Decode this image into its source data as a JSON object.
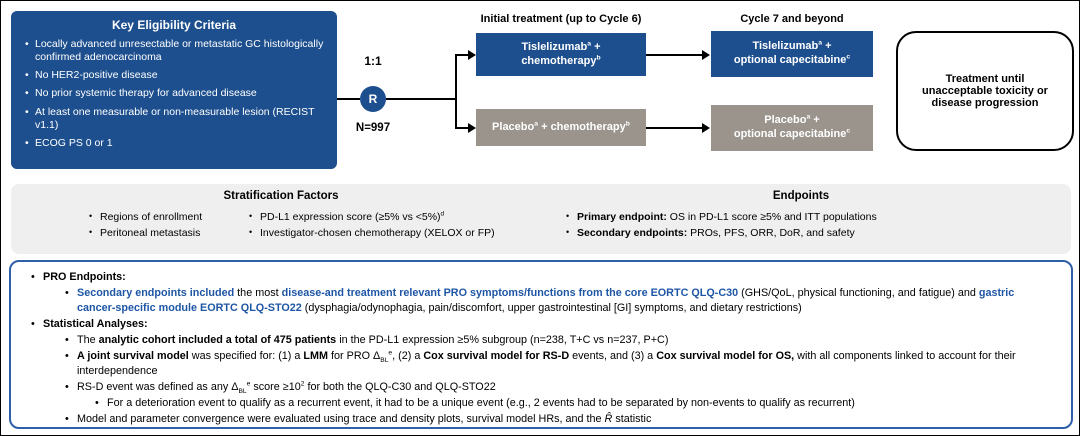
{
  "colors": {
    "brand-blue": "#1d4f8e",
    "arm-gray": "#9a948c",
    "accent-blue": "#1e56a5",
    "panel-gray": "#efefef",
    "outline-blue": "#2e5fa8"
  },
  "eligibility": {
    "title": "Key Eligibility Criteria",
    "items": [
      "Locally advanced unresectable or metastatic GC histologically confirmed adenocarcinoma",
      "No HER2-positive disease",
      "No prior systemic therapy for advanced disease",
      "At least one measurable or non-measurable lesion (RECIST v1.1)",
      "ECOG PS 0 or 1"
    ]
  },
  "randomization": {
    "ratio": "1:1",
    "symbol": "R",
    "n": "N=997"
  },
  "headers": {
    "initial": "Initial treatment (up to Cycle 6)",
    "beyond": "Cycle 7 and beyond"
  },
  "arms": {
    "tis_init": {
      "t1": "Tislelizumab",
      "sup1": "a",
      "t2": " +",
      "t3": "chemotherapy",
      "sup2": "b"
    },
    "pbo_init": {
      "t1": "Placebo",
      "sup1": "a",
      "t2": " + chemotherapy",
      "sup2": "b"
    },
    "tis_next": {
      "t1": "Tislelizumab",
      "sup1": "a",
      "t2": " +",
      "t3": "optional capecitabine",
      "sup2": "c"
    },
    "pbo_next": {
      "t1": "Placebo",
      "sup1": "a",
      "t2": " +",
      "t3": "optional capecitabine",
      "sup2": "c"
    }
  },
  "outcome": "Treatment until unacceptable toxicity or disease progression",
  "stratification": {
    "title": "Stratification Factors",
    "col1": [
      "Regions of enrollment",
      "Peritoneal metastasis"
    ],
    "col2_item1": {
      "text": "PD-L1 expression score (≥5% vs <5%)",
      "sup": "d"
    },
    "col2_item2": "Investigator-chosen chemotherapy (XELOX or FP)"
  },
  "endpoints": {
    "title": "Endpoints",
    "items": [
      {
        "label": "Primary endpoint:",
        "text": " OS in PD-L1 score ≥5% and ITT populations"
      },
      {
        "label": "Secondary endpoints:",
        "text": " PROs, PFS, ORR, DoR, and safety"
      }
    ]
  },
  "notes": {
    "pro_heading": "PRO Endpoints:",
    "pro_detail": {
      "s1": "Secondary endpoints included",
      "s2": " the most ",
      "s3": "disease-and treatment relevant PRO symptoms/functions from the core EORTC QLQ-C30",
      "s4": " (GHS/QoL, physical functioning, and fatigue) and ",
      "s5": "gastric cancer-specific module EORTC QLQ-STO22",
      "s6": " (dysphagia/odynophagia, pain/discomfort, upper gastrointestinal [GI] symptoms, and dietary restrictions)"
    },
    "stats_heading": "Statistical Analyses:",
    "cohort": {
      "s1": "The ",
      "s2": "analytic cohort included a total of 475 patients",
      "s3": " in the PD-L1 expression ≥5% subgroup (n=238, T+C vs n=237, P+C)"
    },
    "model": {
      "s1": "A joint survival model",
      "s2": " was specified for: (1) a ",
      "s3": "LMM",
      "s4": " for PRO Δ",
      "sub1": "BL",
      "sup1": "e",
      "s5": ", (2) a ",
      "s6": "Cox survival model for RS-D",
      "s7": " events, and (3) a ",
      "s8": "Cox survival model for OS,",
      "s9": " with all components linked to account for their interdependence"
    },
    "rsd": {
      "s1": "RS-D event was defined as any Δ",
      "sub1": "BL",
      "sup1": "e",
      "s2": " score ≥10",
      "sup2": "2",
      "s3": " for both the QLQ-C30 and QLQ-STO22"
    },
    "deterioration": "For a deterioration event to qualify as a recurrent event, it had to be a unique event (e.g., 2 events had to be separated by non-events to qualify as recurrent)",
    "convergence": {
      "s1": "Model and parameter convergence were evaluated using trace and density plots, survival model HRs, and the ",
      "s2": "R̂",
      "s3": " statistic"
    }
  }
}
